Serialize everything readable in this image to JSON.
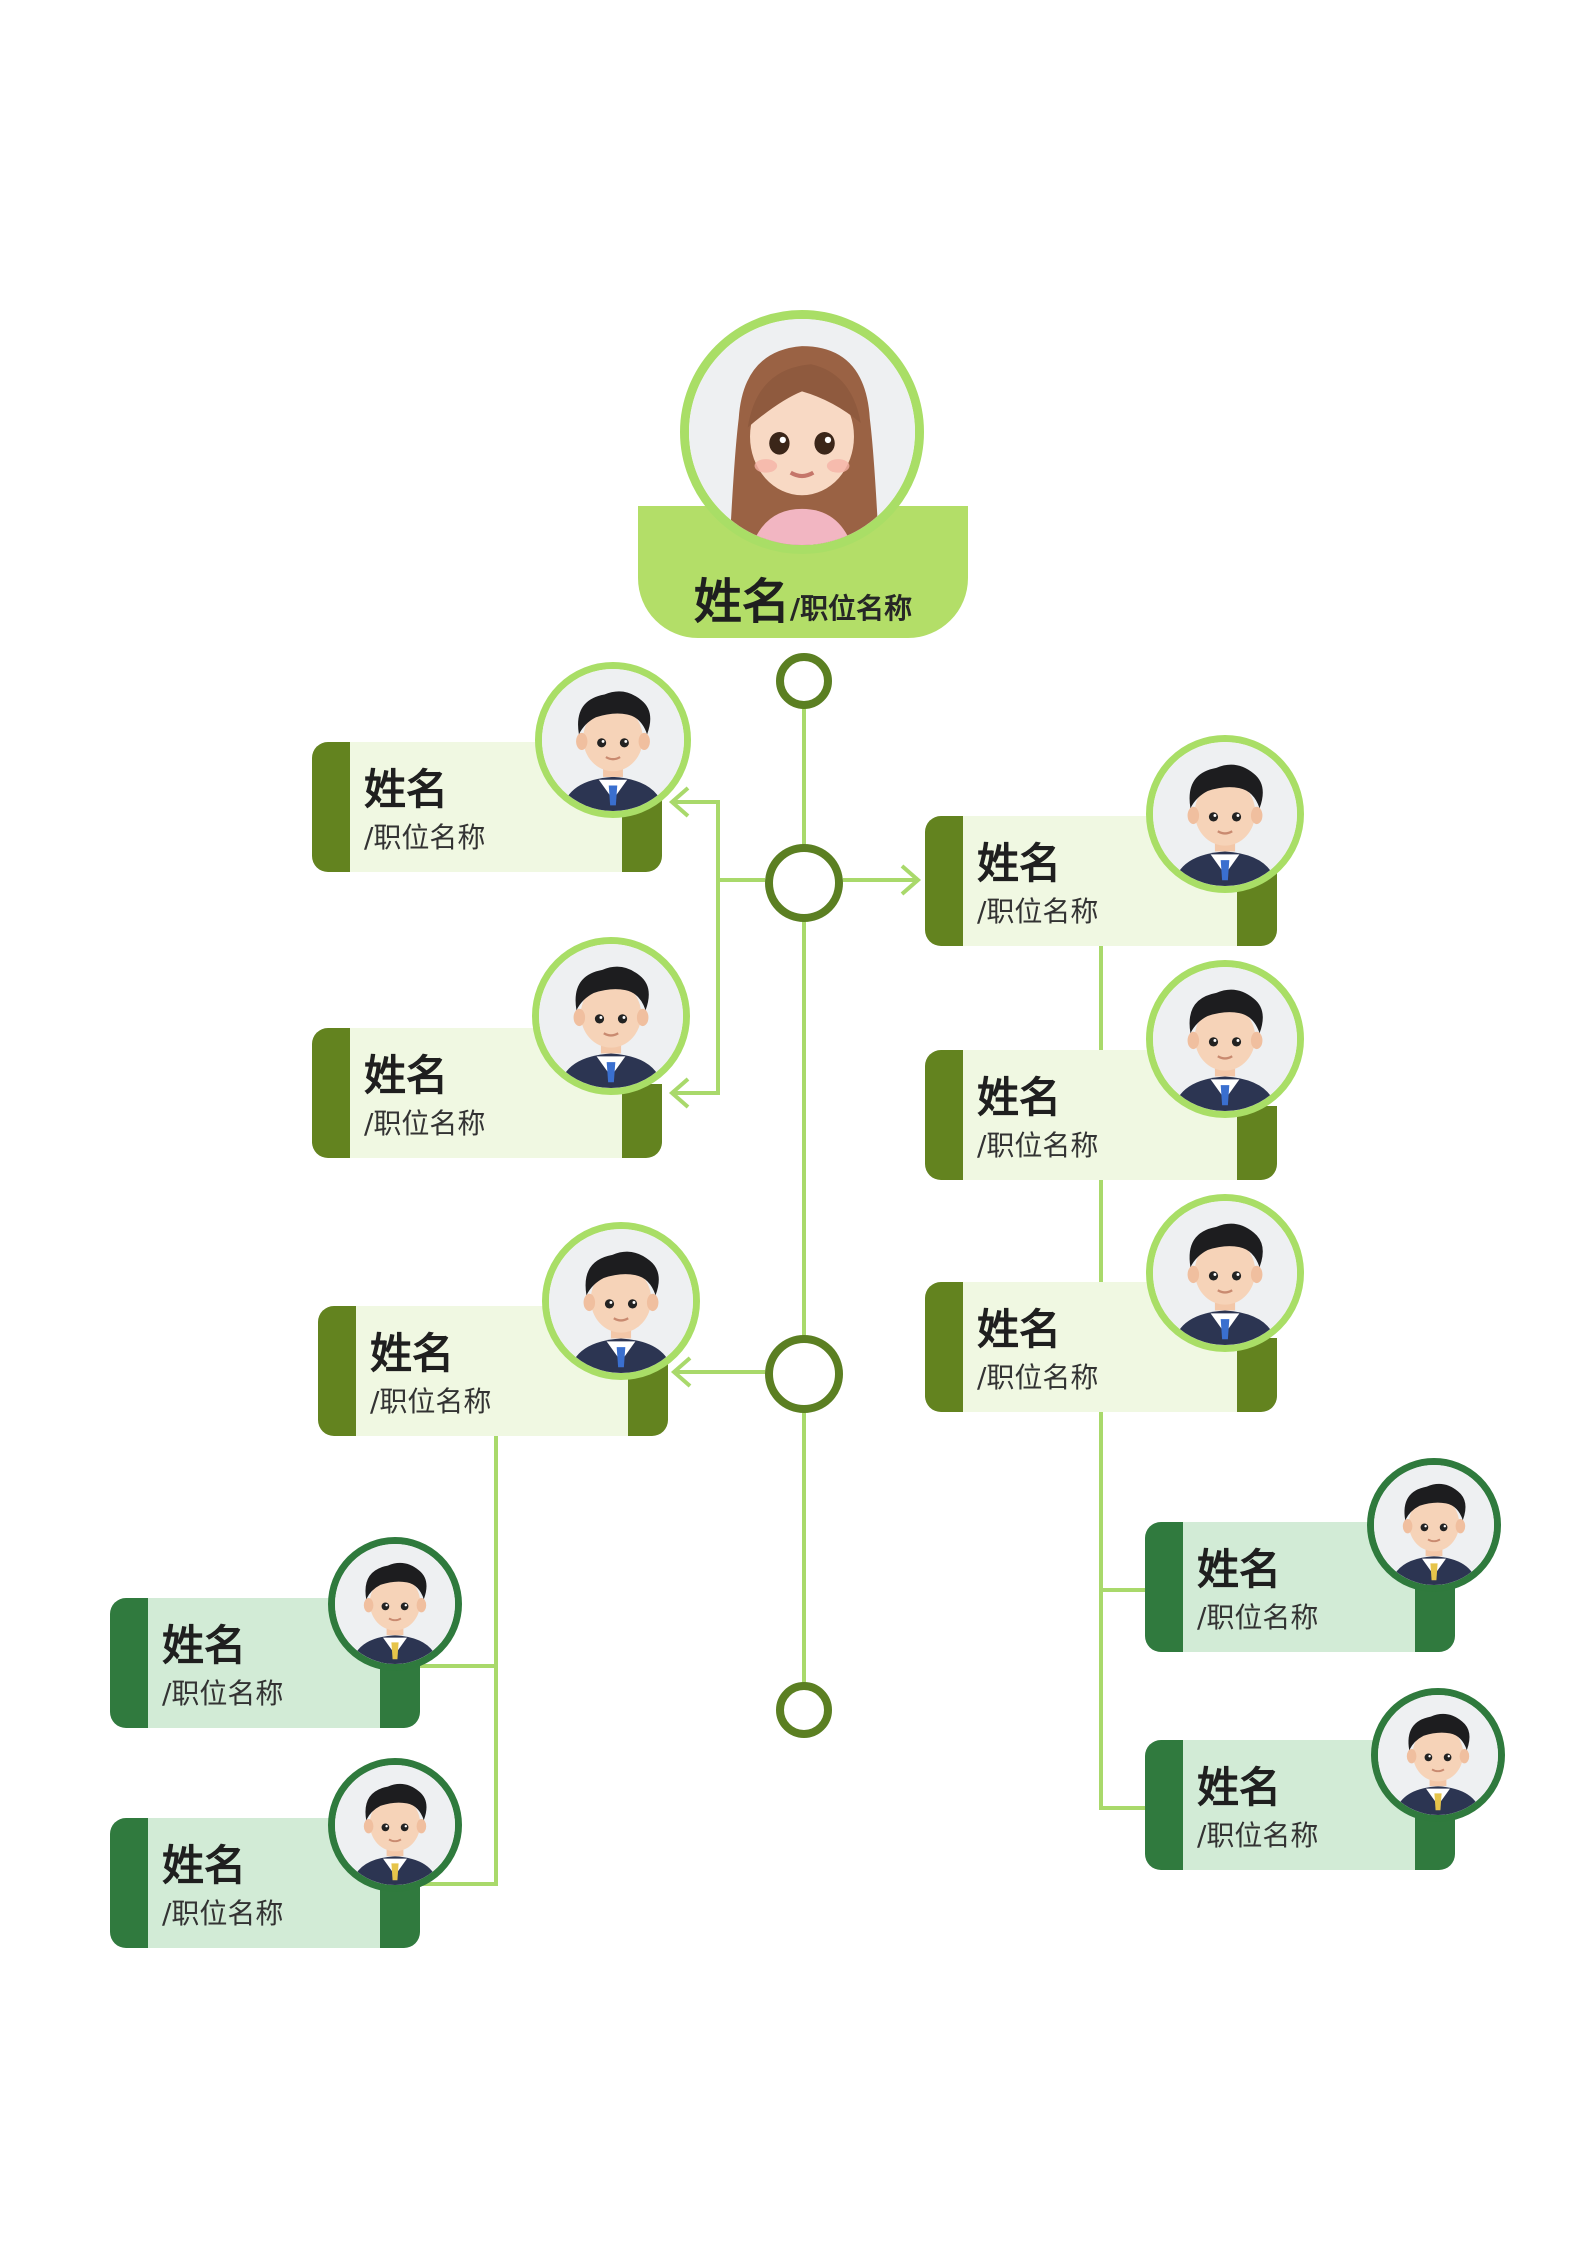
{
  "colors": {
    "light_green": "#a9de66",
    "top_card": "#b3de68",
    "olive_accent": "#63831f",
    "olive_body": "#f0f8e2",
    "forest_accent": "#307a3e",
    "forest_body": "#d2ebd6",
    "connector": "#a9d96b",
    "spine_circle": "#5b7f22"
  },
  "top": {
    "name": "姓名",
    "title": "/职位名称",
    "avatar": "girl-avatar-icon"
  },
  "nodes": [
    {
      "id": "l1",
      "name": "姓名",
      "title": "/职位名称",
      "group": "olive",
      "avatar": "boy-avatar-icon"
    },
    {
      "id": "l2",
      "name": "姓名",
      "title": "/职位名称",
      "group": "olive",
      "avatar": "boy-avatar-icon"
    },
    {
      "id": "l3",
      "name": "姓名",
      "title": "/职位名称",
      "group": "olive",
      "avatar": "boy-avatar-icon"
    },
    {
      "id": "l4",
      "name": "姓名",
      "title": "/职位名称",
      "group": "forest",
      "avatar": "boy-avatar-icon"
    },
    {
      "id": "l5",
      "name": "姓名",
      "title": "/职位名称",
      "group": "forest",
      "avatar": "boy-avatar-icon"
    },
    {
      "id": "r1",
      "name": "姓名",
      "title": "/职位名称",
      "group": "olive",
      "avatar": "boy-avatar-icon"
    },
    {
      "id": "r2",
      "name": "姓名",
      "title": "/职位名称",
      "group": "olive",
      "avatar": "boy-avatar-icon"
    },
    {
      "id": "r3",
      "name": "姓名",
      "title": "/职位名称",
      "group": "olive",
      "avatar": "boy-avatar-icon"
    },
    {
      "id": "r4",
      "name": "姓名",
      "title": "/职位名称",
      "group": "forest",
      "avatar": "boy-avatar-icon"
    },
    {
      "id": "r5",
      "name": "姓名",
      "title": "/职位名称",
      "group": "forest",
      "avatar": "boy-avatar-icon"
    }
  ]
}
